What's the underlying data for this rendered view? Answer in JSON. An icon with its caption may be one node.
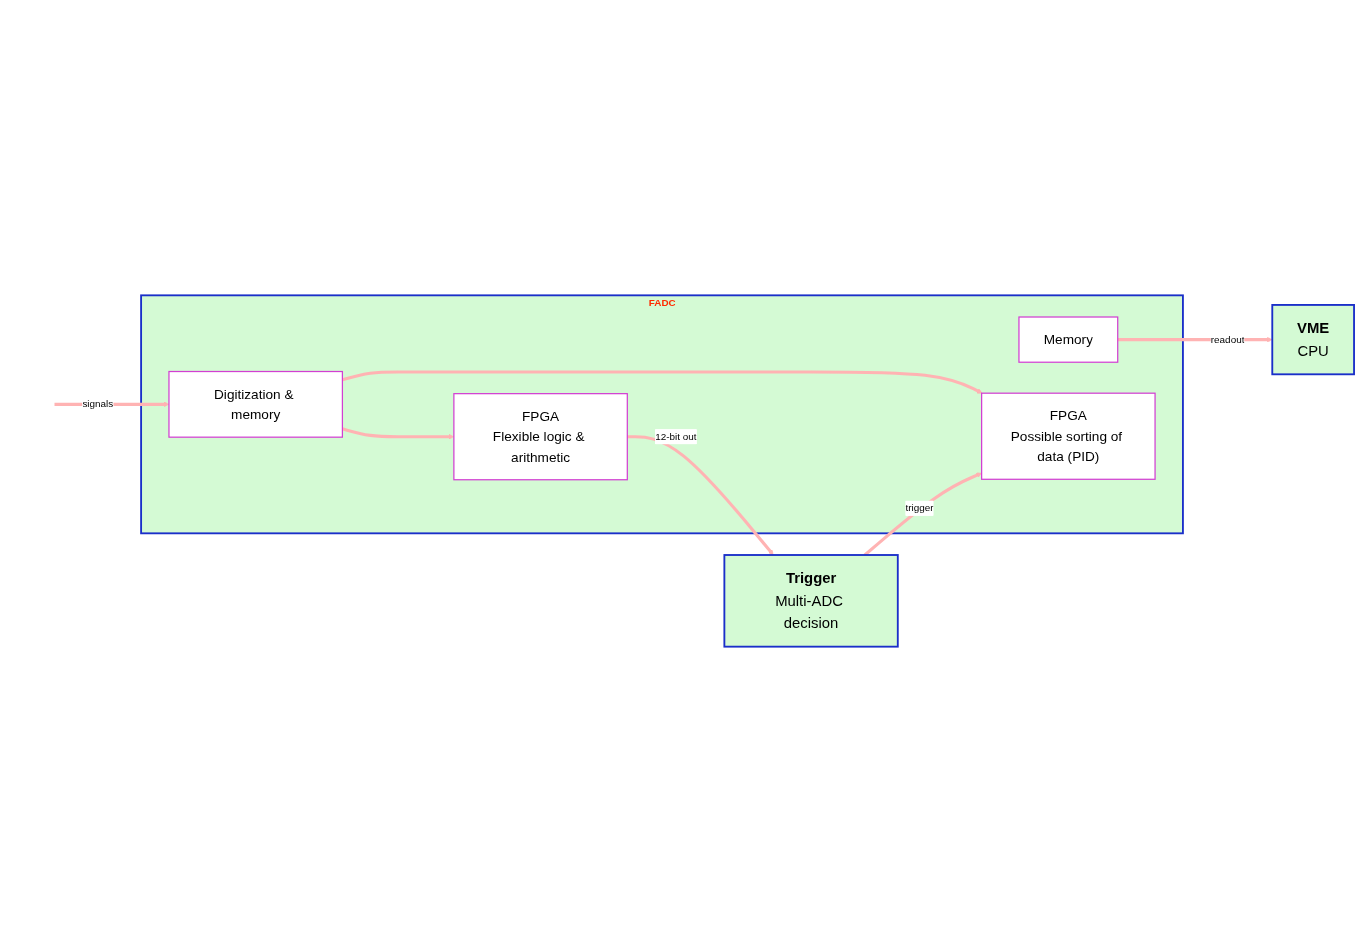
{
  "diagram": {
    "nodes": [
      {
        "text": [
          "FADC"
        ]
      },
      {
        "text": [
          "Memory"
        ],
        "in": 0
      },
      {
        "text": [
          "FPGA",
          "Possible sorting of data (PID)"
        ],
        "in": 0
      },
      {
        "text": [
          "Digitization & memory"
        ],
        "in": 0
      },
      {
        "text": [
          "FPGA",
          "Flexible logic & arithmetic"
        ],
        "in": 0
      },
      {
        "text": [
          "VME",
          "CPU"
        ]
      },
      {
        "text": [
          "Trigger",
          "Multi-ADC decision"
        ]
      }
    ],
    "edges": [
      {
        "from": null,
        "to": 3,
        "arrow": "to",
        "label": "signals"
      },
      {
        "from": 3,
        "to": 2,
        "arrow": "to"
      },
      {
        "from": 3,
        "to": 4,
        "arrow": "to"
      },
      {
        "from": 1,
        "to": 5,
        "arrow": "to",
        "label": "readout"
      },
      {
        "from": 6,
        "to": 2,
        "arrow": "to",
        "label": "trigger"
      },
      {
        "from": 4,
        "to": 6,
        "arrow": "to",
        "label": "12-bit out"
      }
    ]
  }
}
